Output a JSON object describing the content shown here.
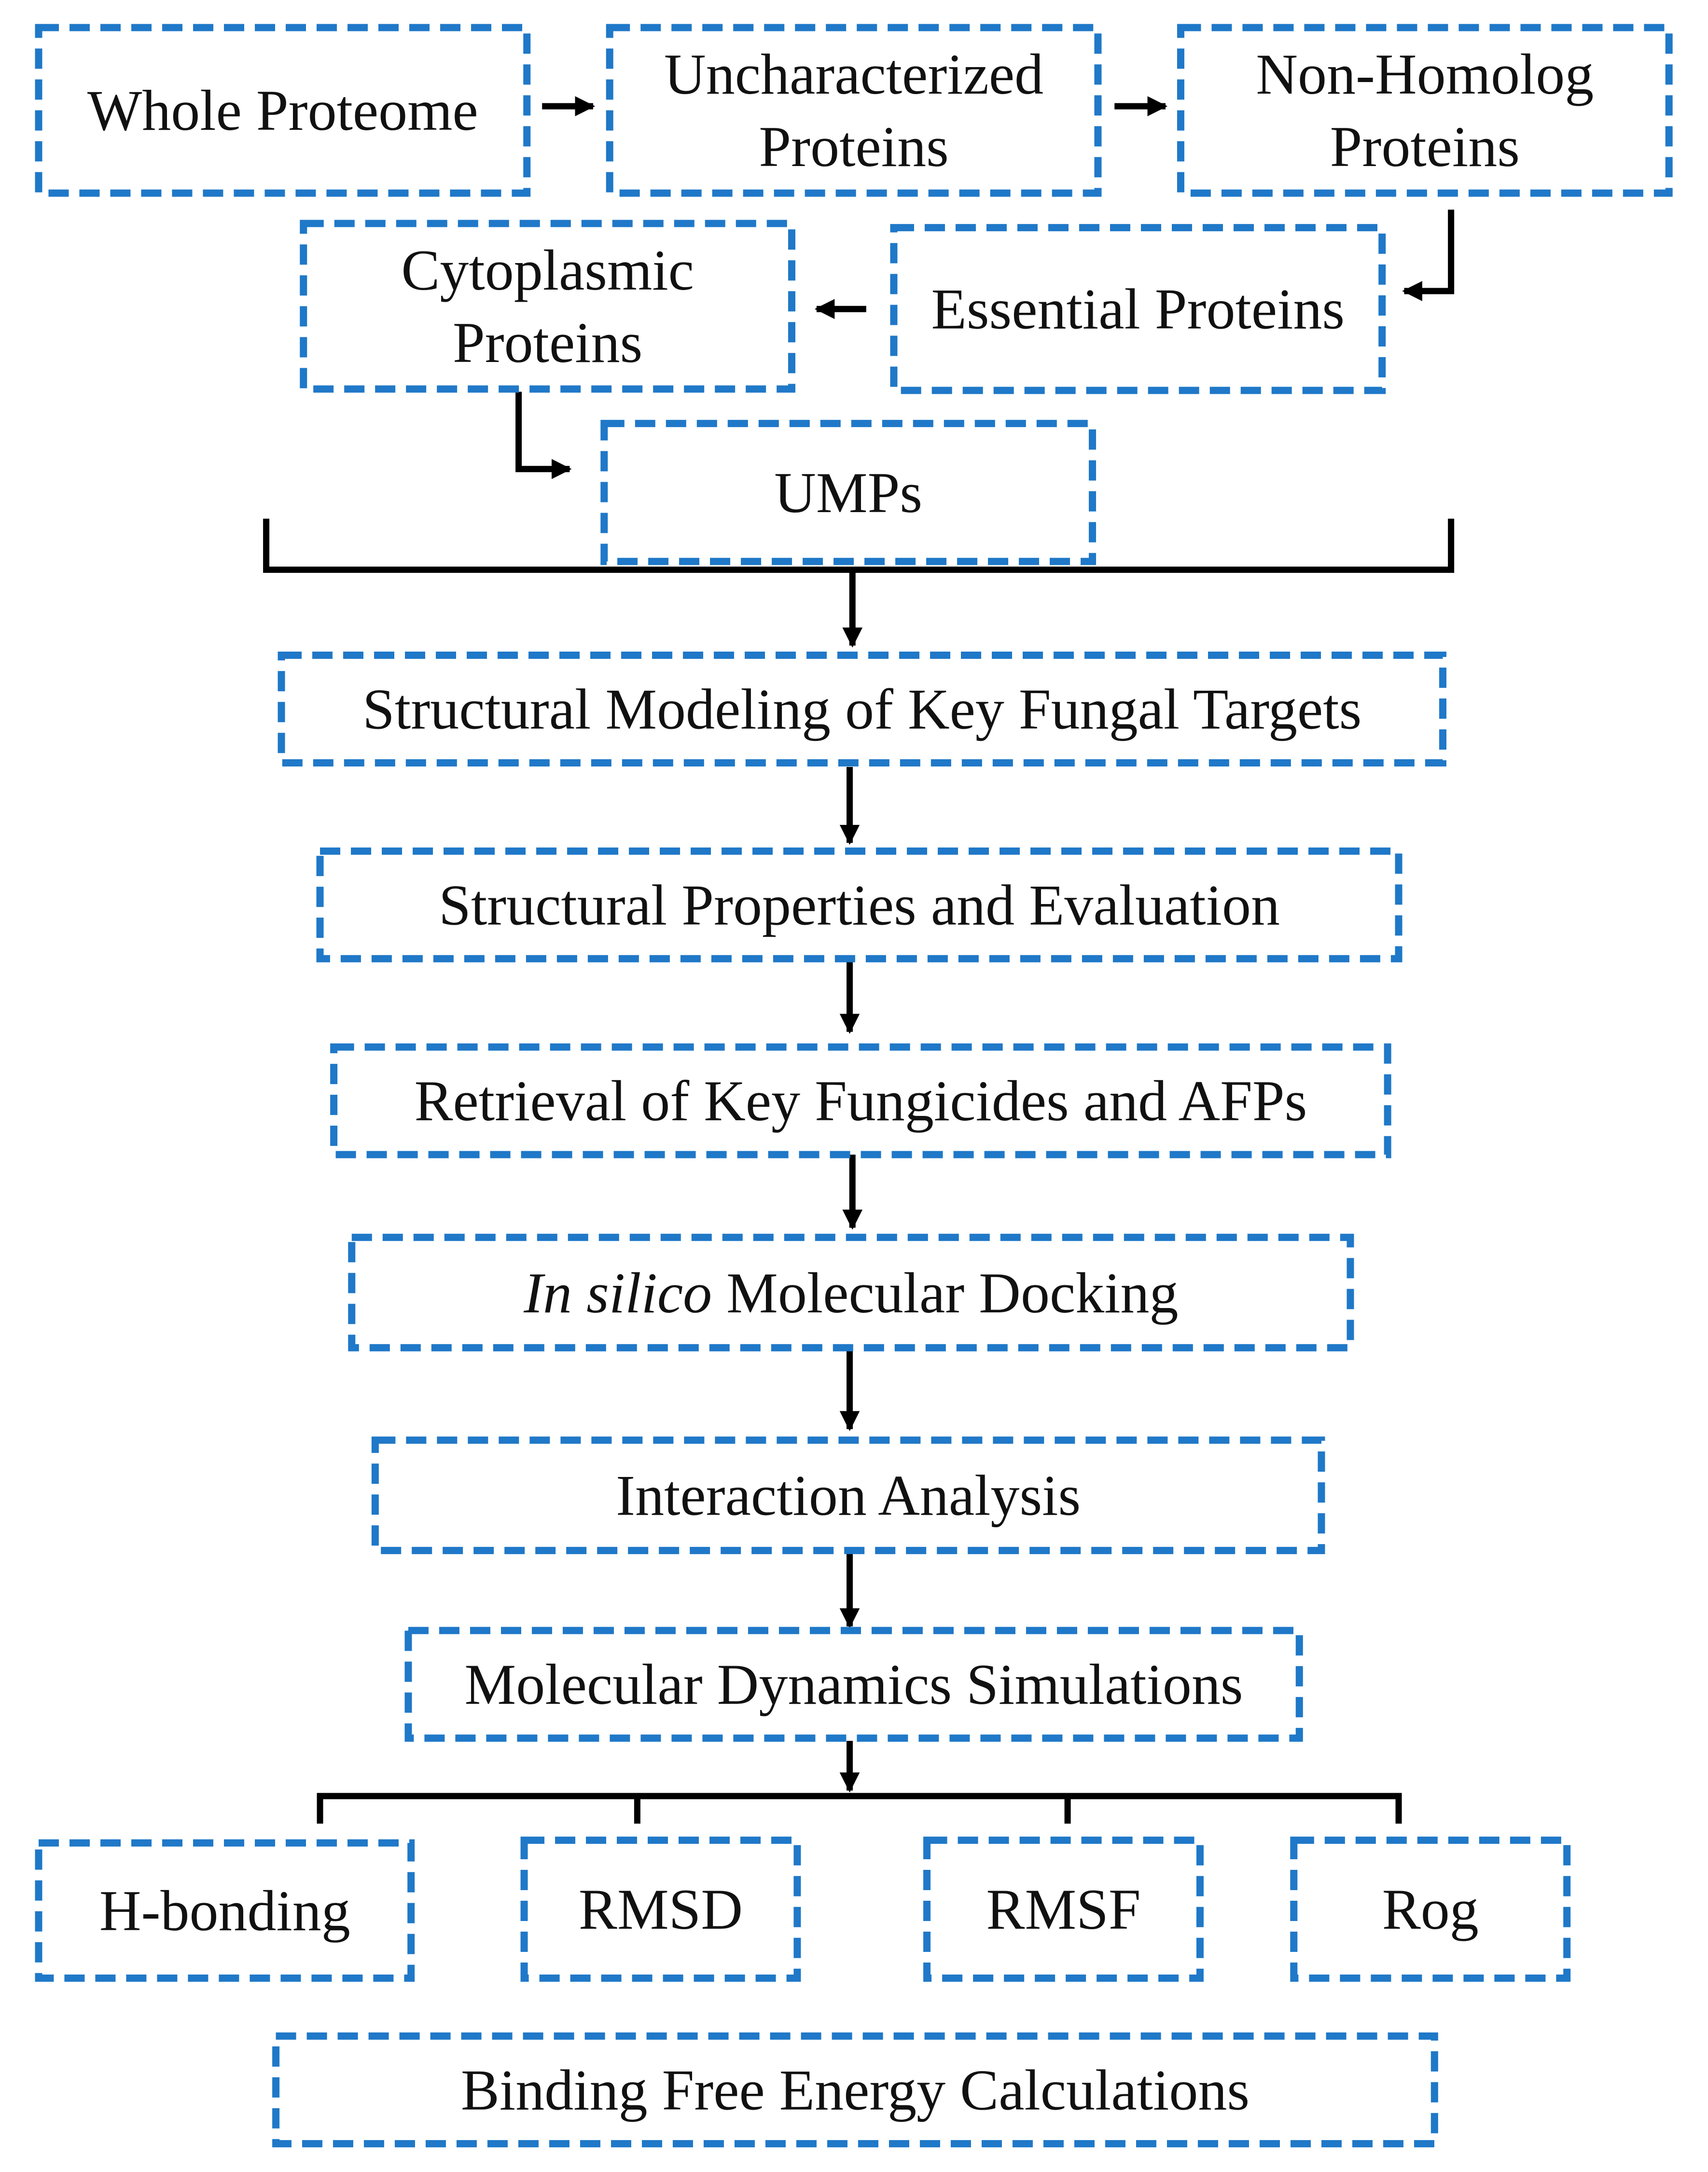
{
  "colors": {
    "box_border": "#1f78c8",
    "connector": "#000000",
    "text": "#111111"
  },
  "nodes": [
    {
      "id": "whole-proteome",
      "lines": [
        "Whole Proteome"
      ]
    },
    {
      "id": "uncharacterized-proteins",
      "lines": [
        "Uncharacterized",
        "Proteins"
      ]
    },
    {
      "id": "non-homolog-proteins",
      "lines": [
        "Non-Homolog",
        "Proteins"
      ]
    },
    {
      "id": "essential-proteins",
      "lines": [
        "Essential Proteins"
      ]
    },
    {
      "id": "cytoplasmic-proteins",
      "lines": [
        "Cytoplasmic",
        "Proteins"
      ]
    },
    {
      "id": "umps",
      "lines": [
        "UMPs"
      ]
    },
    {
      "id": "structural-modeling",
      "lines": [
        "Structural Modeling of Key Fungal Targets"
      ]
    },
    {
      "id": "structural-properties",
      "lines": [
        "Structural Properties and Evaluation"
      ]
    },
    {
      "id": "retrieval-fungicides",
      "lines": [
        "Retrieval of Key Fungicides and AFPs"
      ]
    },
    {
      "id": "molecular-docking",
      "italic_prefix": "In silico",
      "lines": [
        "Molecular Docking"
      ]
    },
    {
      "id": "interaction-analysis",
      "lines": [
        "Interaction Analysis"
      ]
    },
    {
      "id": "md-simulations",
      "lines": [
        "Molecular Dynamics Simulations"
      ]
    },
    {
      "id": "h-bonding",
      "lines": [
        "H-bonding"
      ]
    },
    {
      "id": "rmsd",
      "lines": [
        "RMSD"
      ]
    },
    {
      "id": "rmsf",
      "lines": [
        "RMSF"
      ]
    },
    {
      "id": "rog",
      "lines": [
        "Rog"
      ]
    },
    {
      "id": "binding-free-energy",
      "lines": [
        "Binding Free Energy Calculations"
      ]
    }
  ]
}
